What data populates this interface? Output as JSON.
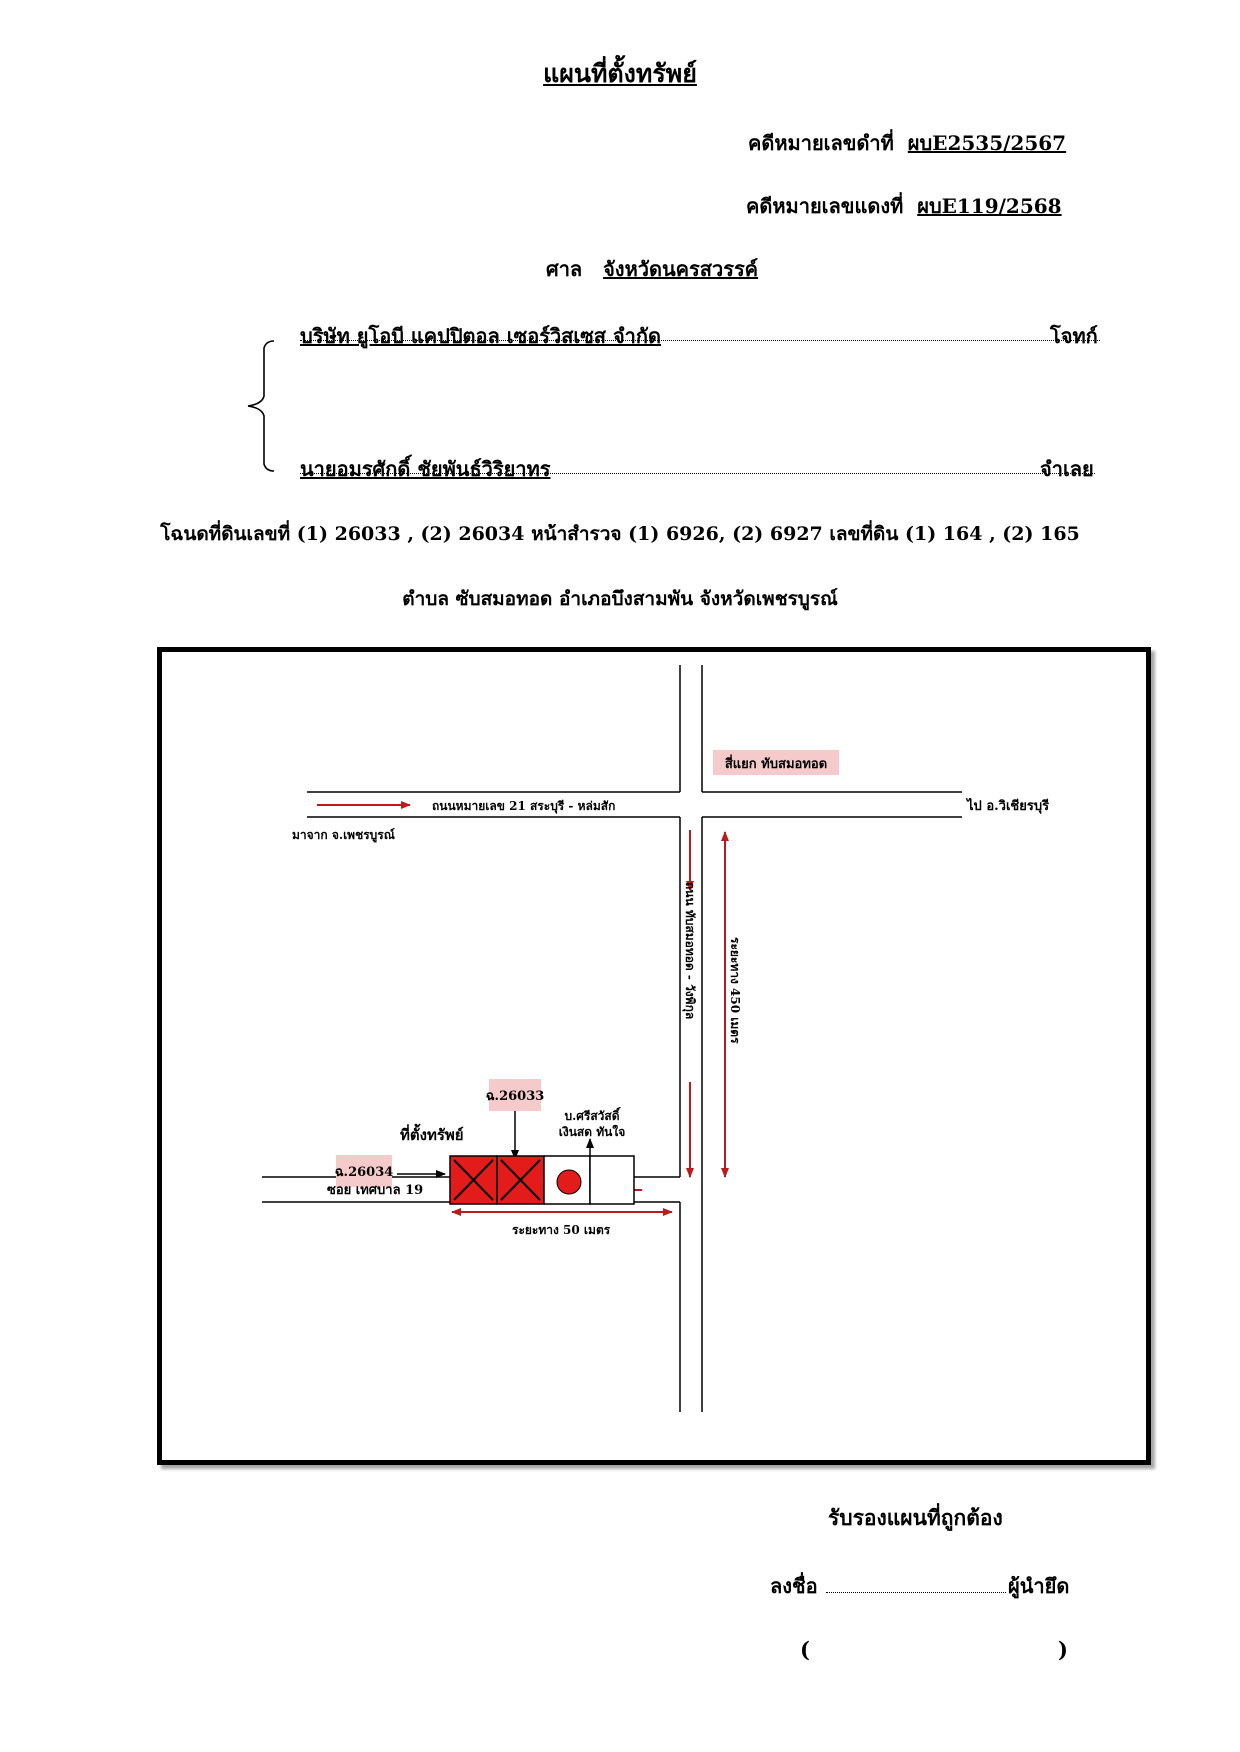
{
  "document": {
    "title": "แผนที่ตั้งทรัพย์",
    "black_case_label": "คดีหมายเลขดำที่",
    "black_case_no": "ผบE2535/2567",
    "red_case_label": "คดีหมายเลขแดงที่",
    "red_case_no": "ผบE119/2568",
    "court_label": "ศาล",
    "court_name": "จังหวัดนครสวรรค์",
    "plaintiff_name": "บริษัท ยูโอบี แคปปิตอล เซอร์วิสเซส จำกัด",
    "plaintiff_role": "โจทก์",
    "defendant_name": "นายอมรศักดิ์ ชัยพันธ์วิริยาทร",
    "defendant_role": "จำเลย",
    "deed_line": "โฉนดที่ดินเลขที่ (1) 26033 , (2) 26034 หน้าสำรวจ (1) 6926, (2) 6927 เลขที่ดิน (1) 164 , (2) 165",
    "location_line": "ตำบล ซับสมอทอด อำเภอบึงสามพัน จังหวัดเพชรบูรณ์"
  },
  "map": {
    "intersection_label": "สี่แยก ทับสมอทอด",
    "highway_label": "ถนนหมายเลข 21 สระบุรี - หล่มสัก",
    "to_label": "ไป อ.วิเชียรบุรี",
    "from_label": "มาจาก จ.เพชรบูรณ์",
    "vertical_road_label": "ถนน ทับสมอทอด - วังพิกุล",
    "distance_450_label": "ระยะทาง 450 เมตร",
    "deed_26033": "ฉ.26033",
    "deed_26034": "ฉ.26034",
    "property_label": "ที่ตั้งทรัพย์",
    "landmark_line1": "บ.ศรีสวัสดิ์",
    "landmark_line2": "เงินสด ทันใจ",
    "soi_label": "ซอย เทศบาล 19",
    "distance_50_label": "ระยะทาง 50 เมตร",
    "colors": {
      "arrow": "#b81c1c",
      "property_fill": "#e31b1b",
      "label_bg": "#f4caca"
    }
  },
  "footer": {
    "certify_label": "รับรองแผนที่ถูกต้อง",
    "sign_label": "ลงชื่อ",
    "seizer_label": "ผู้นำยึด",
    "open_paren": "(",
    "close_paren": ")"
  }
}
